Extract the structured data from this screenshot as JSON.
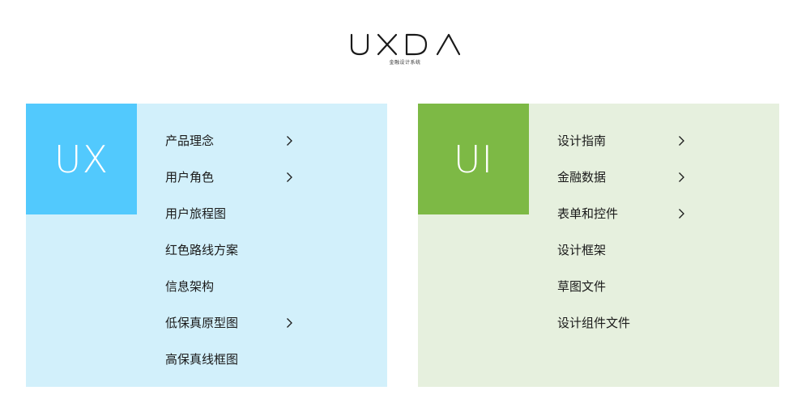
{
  "header": {
    "logo": "UXDA",
    "subtitle": "金融设计系统"
  },
  "ux_panel": {
    "badge": "UX",
    "accent": "#52c9fd",
    "background": "#d2f0fb",
    "items": [
      {
        "label": "产品理念",
        "arrow": true
      },
      {
        "label": "用户角色",
        "arrow": true
      },
      {
        "label": "用户旅程图",
        "arrow": false
      },
      {
        "label": "红色路线方案",
        "arrow": false
      },
      {
        "label": "信息架构",
        "arrow": false
      },
      {
        "label": "低保真原型图",
        "arrow": true
      },
      {
        "label": "高保真线框图",
        "arrow": false
      }
    ]
  },
  "ui_panel": {
    "badge": "UI",
    "accent": "#7db945",
    "background": "#e6f0de",
    "items": [
      {
        "label": "设计指南",
        "arrow": true
      },
      {
        "label": "金融数据",
        "arrow": true
      },
      {
        "label": "表单和控件",
        "arrow": true
      },
      {
        "label": "设计框架",
        "arrow": false
      },
      {
        "label": "草图文件",
        "arrow": false
      },
      {
        "label": "设计组件文件",
        "arrow": false
      }
    ]
  },
  "icons": {
    "arrow": "chevron-right-icon"
  }
}
